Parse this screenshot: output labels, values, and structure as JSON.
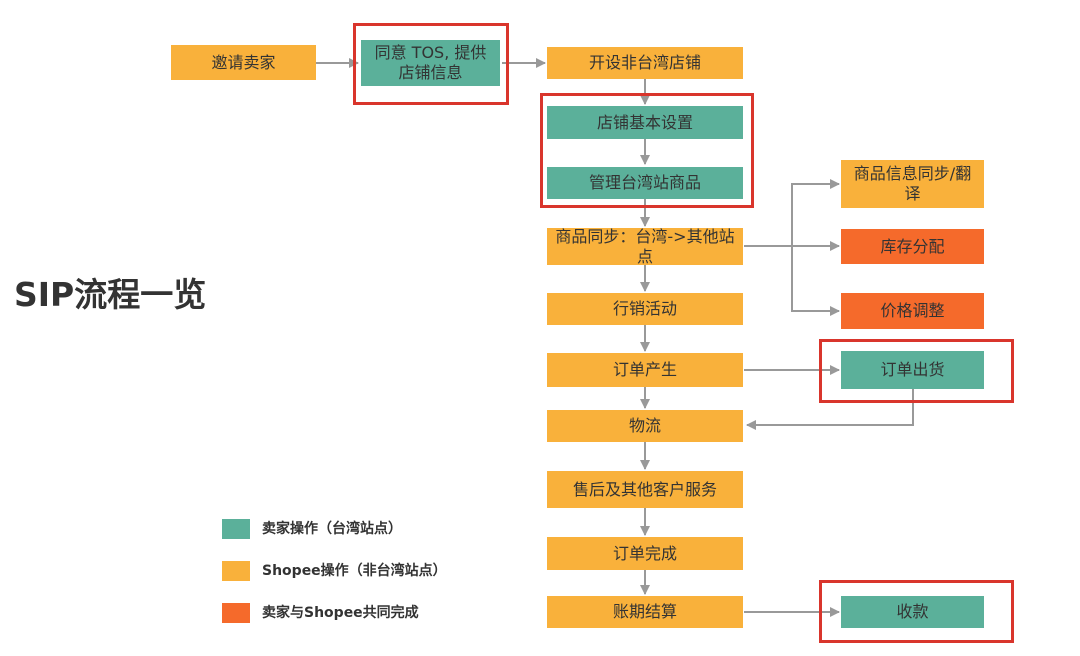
{
  "title": "SIP流程一览",
  "colors": {
    "seller": "#5BB09A",
    "shopee": "#F9B13B",
    "joint": "#F56A2B",
    "arrow": "#999999",
    "highlight": "#D9352C"
  },
  "nodes": {
    "invite": "邀请卖家",
    "agree_tos": "同意 TOS, 提供店铺信息",
    "open_store": "开设非台湾店铺",
    "store_setup": "店铺基本设置",
    "manage_products": "管理台湾站商品",
    "sync": "商品同步：台湾->其他站点",
    "sync_info": "商品信息同步/翻译",
    "inventory": "库存分配",
    "price": "价格调整",
    "marketing": "行销活动",
    "order_created": "订单产生",
    "ship": "订单出货",
    "logistics": "物流",
    "after_sales": "售后及其他客户服务",
    "order_done": "订单完成",
    "settlement": "账期结算",
    "payment": "收款"
  },
  "legend": [
    {
      "label": "卖家操作（台湾站点）",
      "color": "#5BB09A"
    },
    {
      "label": "Shopee操作（非台湾站点）",
      "color": "#F9B13B"
    },
    {
      "label": "卖家与Shopee共同完成",
      "color": "#F56A2B"
    }
  ]
}
